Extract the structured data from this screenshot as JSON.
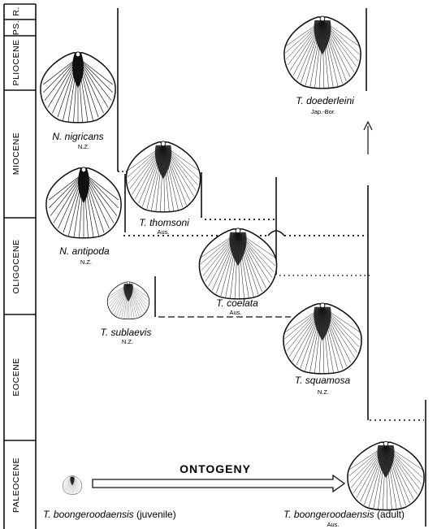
{
  "epochs": [
    {
      "id": "recent",
      "label": "R."
    },
    {
      "id": "pleistocene",
      "label": "PS."
    },
    {
      "id": "pliocene",
      "label": "PLIOCENE"
    },
    {
      "id": "miocene",
      "label": "MIOCENE"
    },
    {
      "id": "oligocene",
      "label": "OLIGOCENE"
    },
    {
      "id": "eocene",
      "label": "EOCENE"
    },
    {
      "id": "paleocene",
      "label": "PALEOCENE"
    }
  ],
  "taxa": {
    "nigricans": {
      "genus": "N.",
      "species": "nigricans",
      "region": "N.Z."
    },
    "antipoda": {
      "genus": "N.",
      "species": "antipoda",
      "region": "N.Z."
    },
    "thomsoni": {
      "genus": "T.",
      "species": "thomsoni",
      "region": "Aus."
    },
    "coelata": {
      "genus": "T.",
      "species": "coelata",
      "region": "Aus."
    },
    "sublaevis": {
      "genus": "T.",
      "species": "sublaevis",
      "region": "N.Z."
    },
    "squamosa": {
      "genus": "T.",
      "species": "squamosa",
      "region": "N.Z."
    },
    "doederleini": {
      "genus": "T.",
      "species": "doederleini",
      "region": "Jap.-Bor."
    },
    "boongeroo_juv": {
      "genus": "T.",
      "species": "boongeroodaensis",
      "note": "(juvenile)"
    },
    "boongeroo_adult": {
      "genus": "T.",
      "species": "boongeroodaensis",
      "note": "(adult)",
      "region": "Aus."
    }
  },
  "ontogeny_label": "ONTOGENY"
}
